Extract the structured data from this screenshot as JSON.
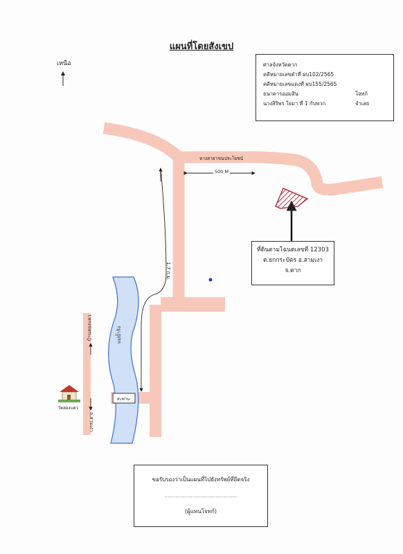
{
  "title": "แผนที่โดยสังเขป",
  "north_label": "เหนือ",
  "case_info": {
    "court": "ศาลจังหวัดตาก",
    "black_case": "คดีหมายเลขดำที่ ผบ102/2565",
    "red_case": "คดีหมายเลขแดงที่ ผบ155/2565",
    "plaintiff": "ธนาคารออมสิน",
    "plaintiff_role": "โจทก์",
    "defendant": "นางสิริพร ใจมา  ที่ 1 กับพวก",
    "defendant_role": "จำเลย"
  },
  "road_label": "ทางสาธารณประโยชน์",
  "distance_500": "500 M",
  "distance_17": "1.7 ก.ม.",
  "river_label": "แม่น้ำริง",
  "bridge_label": "สะพาน",
  "village_north": "บ้านสองแคว",
  "district_south": "อ.สามเงา",
  "temple_label": "วัดสองแคว",
  "parcel": {
    "line1": "ที่ดินตามโฉนดเลขที่ 12303",
    "line2": "ต.ยกกระบัตร  อ.สามเงา",
    "line3": "จ.ตาก"
  },
  "certification": {
    "text": "ขอรับรองว่าเป็นแผนที่ไปยังทรัพย์ที่ยึดจริง",
    "signature_line": "...............................................",
    "signer": "(ผู้แทนโจทก์)"
  },
  "colors": {
    "road": "#f7c8ba",
    "river": "#cfe0f7",
    "river_edge": "#3a6fd1",
    "parcel_hatch": "#b83a46"
  }
}
